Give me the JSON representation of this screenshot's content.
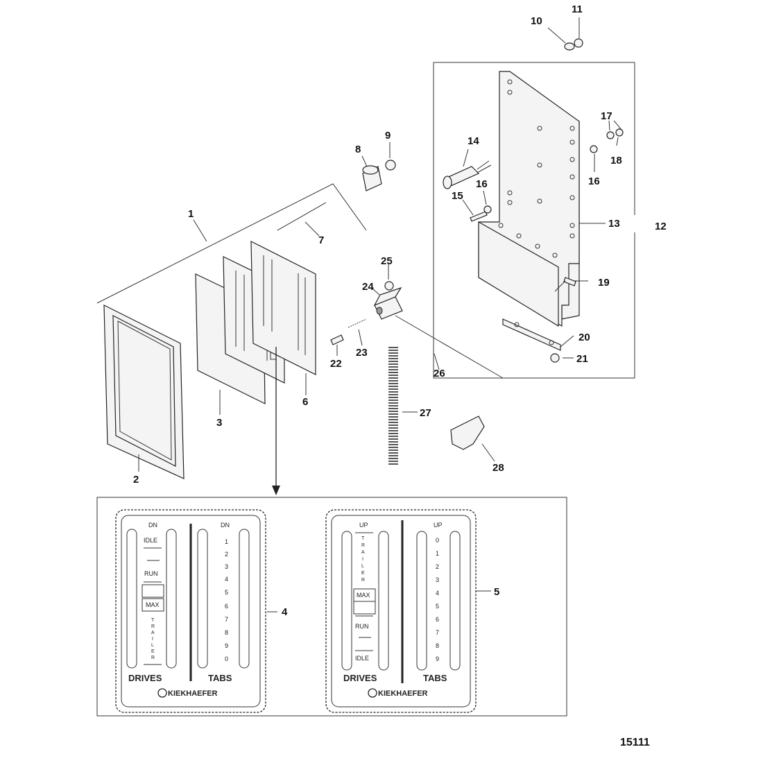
{
  "callouts": [
    "1",
    "2",
    "3",
    "4",
    "5",
    "6",
    "7",
    "8",
    "9",
    "10",
    "11",
    "12",
    "13",
    "14",
    "15",
    "16",
    "16",
    "17",
    "18",
    "19",
    "20",
    "21",
    "22",
    "23",
    "24",
    "25",
    "26",
    "27",
    "28"
  ],
  "figure_number": "15111",
  "panel_left": {
    "drives_top": "DN",
    "drives_scale": [
      "IDLE",
      "RUN",
      "MAX"
    ],
    "drives_trailer": [
      "T",
      "R",
      "A",
      "I",
      "L",
      "E",
      "R"
    ],
    "tabs_top": "DN",
    "tabs_scale": [
      "1",
      "2",
      "3",
      "4",
      "5",
      "6",
      "7",
      "8",
      "9",
      "0"
    ],
    "drives_label": "DRIVES",
    "tabs_label": "TABS",
    "brand": "KIEKHAEFER"
  },
  "panel_right": {
    "drives_top": "UP",
    "drives_trailer": [
      "T",
      "R",
      "A",
      "I",
      "L",
      "E",
      "R"
    ],
    "drives_scale": [
      "MAX",
      "RUN",
      "IDLE"
    ],
    "tabs_top": "UP",
    "tabs_scale": [
      "0",
      "1",
      "2",
      "3",
      "4",
      "5",
      "6",
      "7",
      "8",
      "9"
    ],
    "drives_label": "DRIVES",
    "tabs_label": "TABS",
    "brand": "KIEKHAEFER"
  }
}
